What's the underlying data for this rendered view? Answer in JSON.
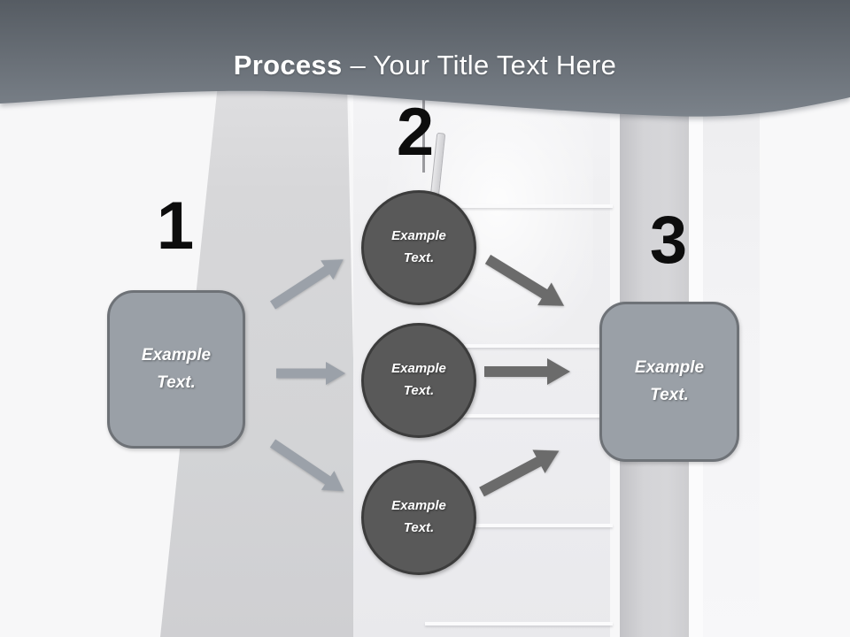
{
  "slide_title": {
    "keyword": "Process",
    "rest": "– Your Title Text Here"
  },
  "diagram": {
    "number_1": "1",
    "number_2": "2",
    "number_3": "3",
    "left_box_label": "Example Text.",
    "right_box_label": "Example Text.",
    "circle_labels": [
      {
        "text": "Example Text."
      },
      {
        "text": "Example Text."
      },
      {
        "text": "Example Text."
      }
    ]
  },
  "colors": {
    "header_gradient_top": "#565c63",
    "header_gradient_bottom": "#7b828a",
    "title_text": "#ffffff",
    "step_number": "#0d0d0d",
    "box_fill": "#9aa0a7",
    "box_border": "#6e7277",
    "circle_fill": "#595959",
    "circle_border": "#3c3c3c",
    "arrow_light": "#9ba1a9",
    "arrow_dark": "#6b6b6b"
  }
}
